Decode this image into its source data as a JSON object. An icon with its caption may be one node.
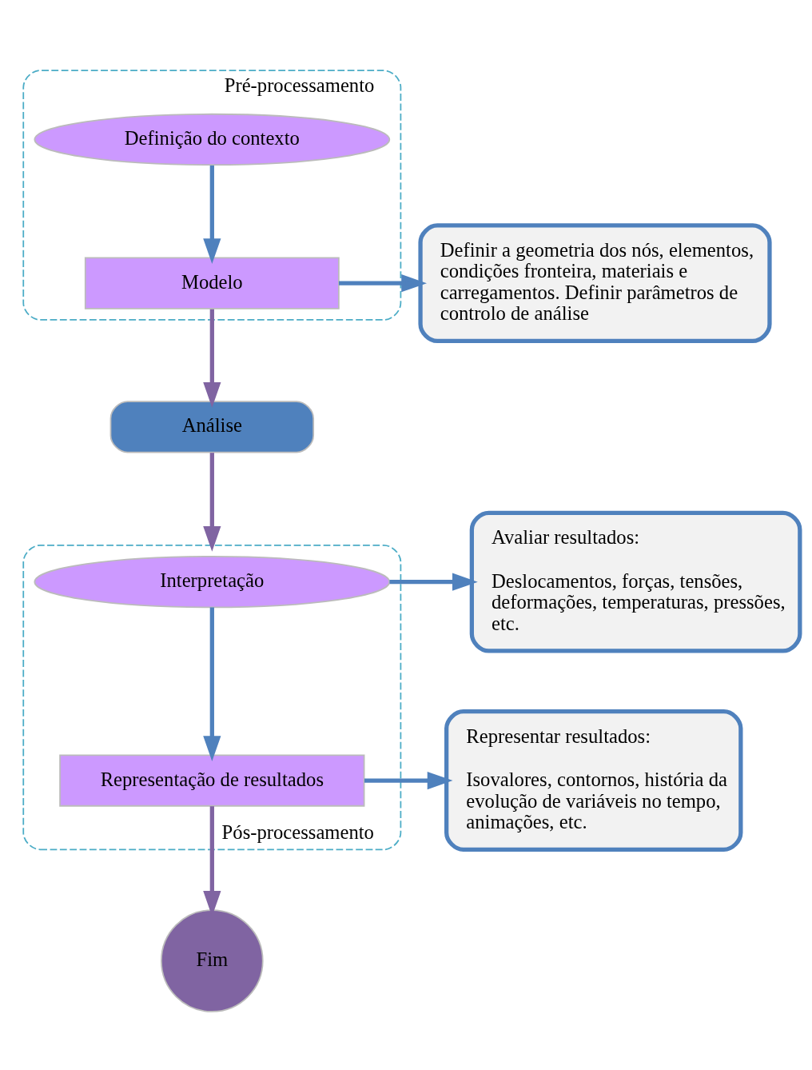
{
  "diagram": {
    "nodes": [
      {
        "text": [
          "Pré-processamento"
        ]
      },
      {
        "text": [
          "Definição do contexto"
        ],
        "in": 0
      },
      {
        "text": [
          "Modelo"
        ],
        "in": 0
      },
      {
        "text": [
          "Definir a geometria dos nós, elementos, condições fronteira, materiais e carregamentos. Definir parâmetros de controlo de análise"
        ]
      },
      {
        "text": [
          "Análise"
        ]
      },
      {
        "text": [
          "Pós-processamento"
        ]
      },
      {
        "text": [
          "Interpretação"
        ],
        "in": 5
      },
      {
        "text": [
          "Representação de resultados"
        ],
        "in": 5
      },
      {
        "text": [
          "Avaliar resultados:",
          "Deslocamentos, forças, tensões, deformações, temperaturas, pressões, etc."
        ]
      },
      {
        "text": [
          "Representar resultados:",
          "Isovalores, contornos, história da evolução de variáveis no tempo, animações, etc."
        ]
      },
      {
        "text": [
          "Fim"
        ]
      }
    ],
    "edges": [
      {
        "from": 1,
        "to": 2,
        "arrow": "to"
      },
      {
        "from": 2,
        "to": 3,
        "arrow": "to"
      },
      {
        "from": 2,
        "to": 4,
        "arrow": "to",
        "color": "#8064a2"
      },
      {
        "from": 4,
        "to": 5,
        "arrow": "to",
        "color": "#8064a2"
      },
      {
        "from": 6,
        "to": 7,
        "arrow": "to"
      },
      {
        "from": 6,
        "to": 8,
        "arrow": "to"
      },
      {
        "from": 7,
        "to": 9,
        "arrow": "to"
      },
      {
        "from": 7,
        "to": 10,
        "arrow": "to",
        "color": "#8064a2"
      }
    ]
  }
}
